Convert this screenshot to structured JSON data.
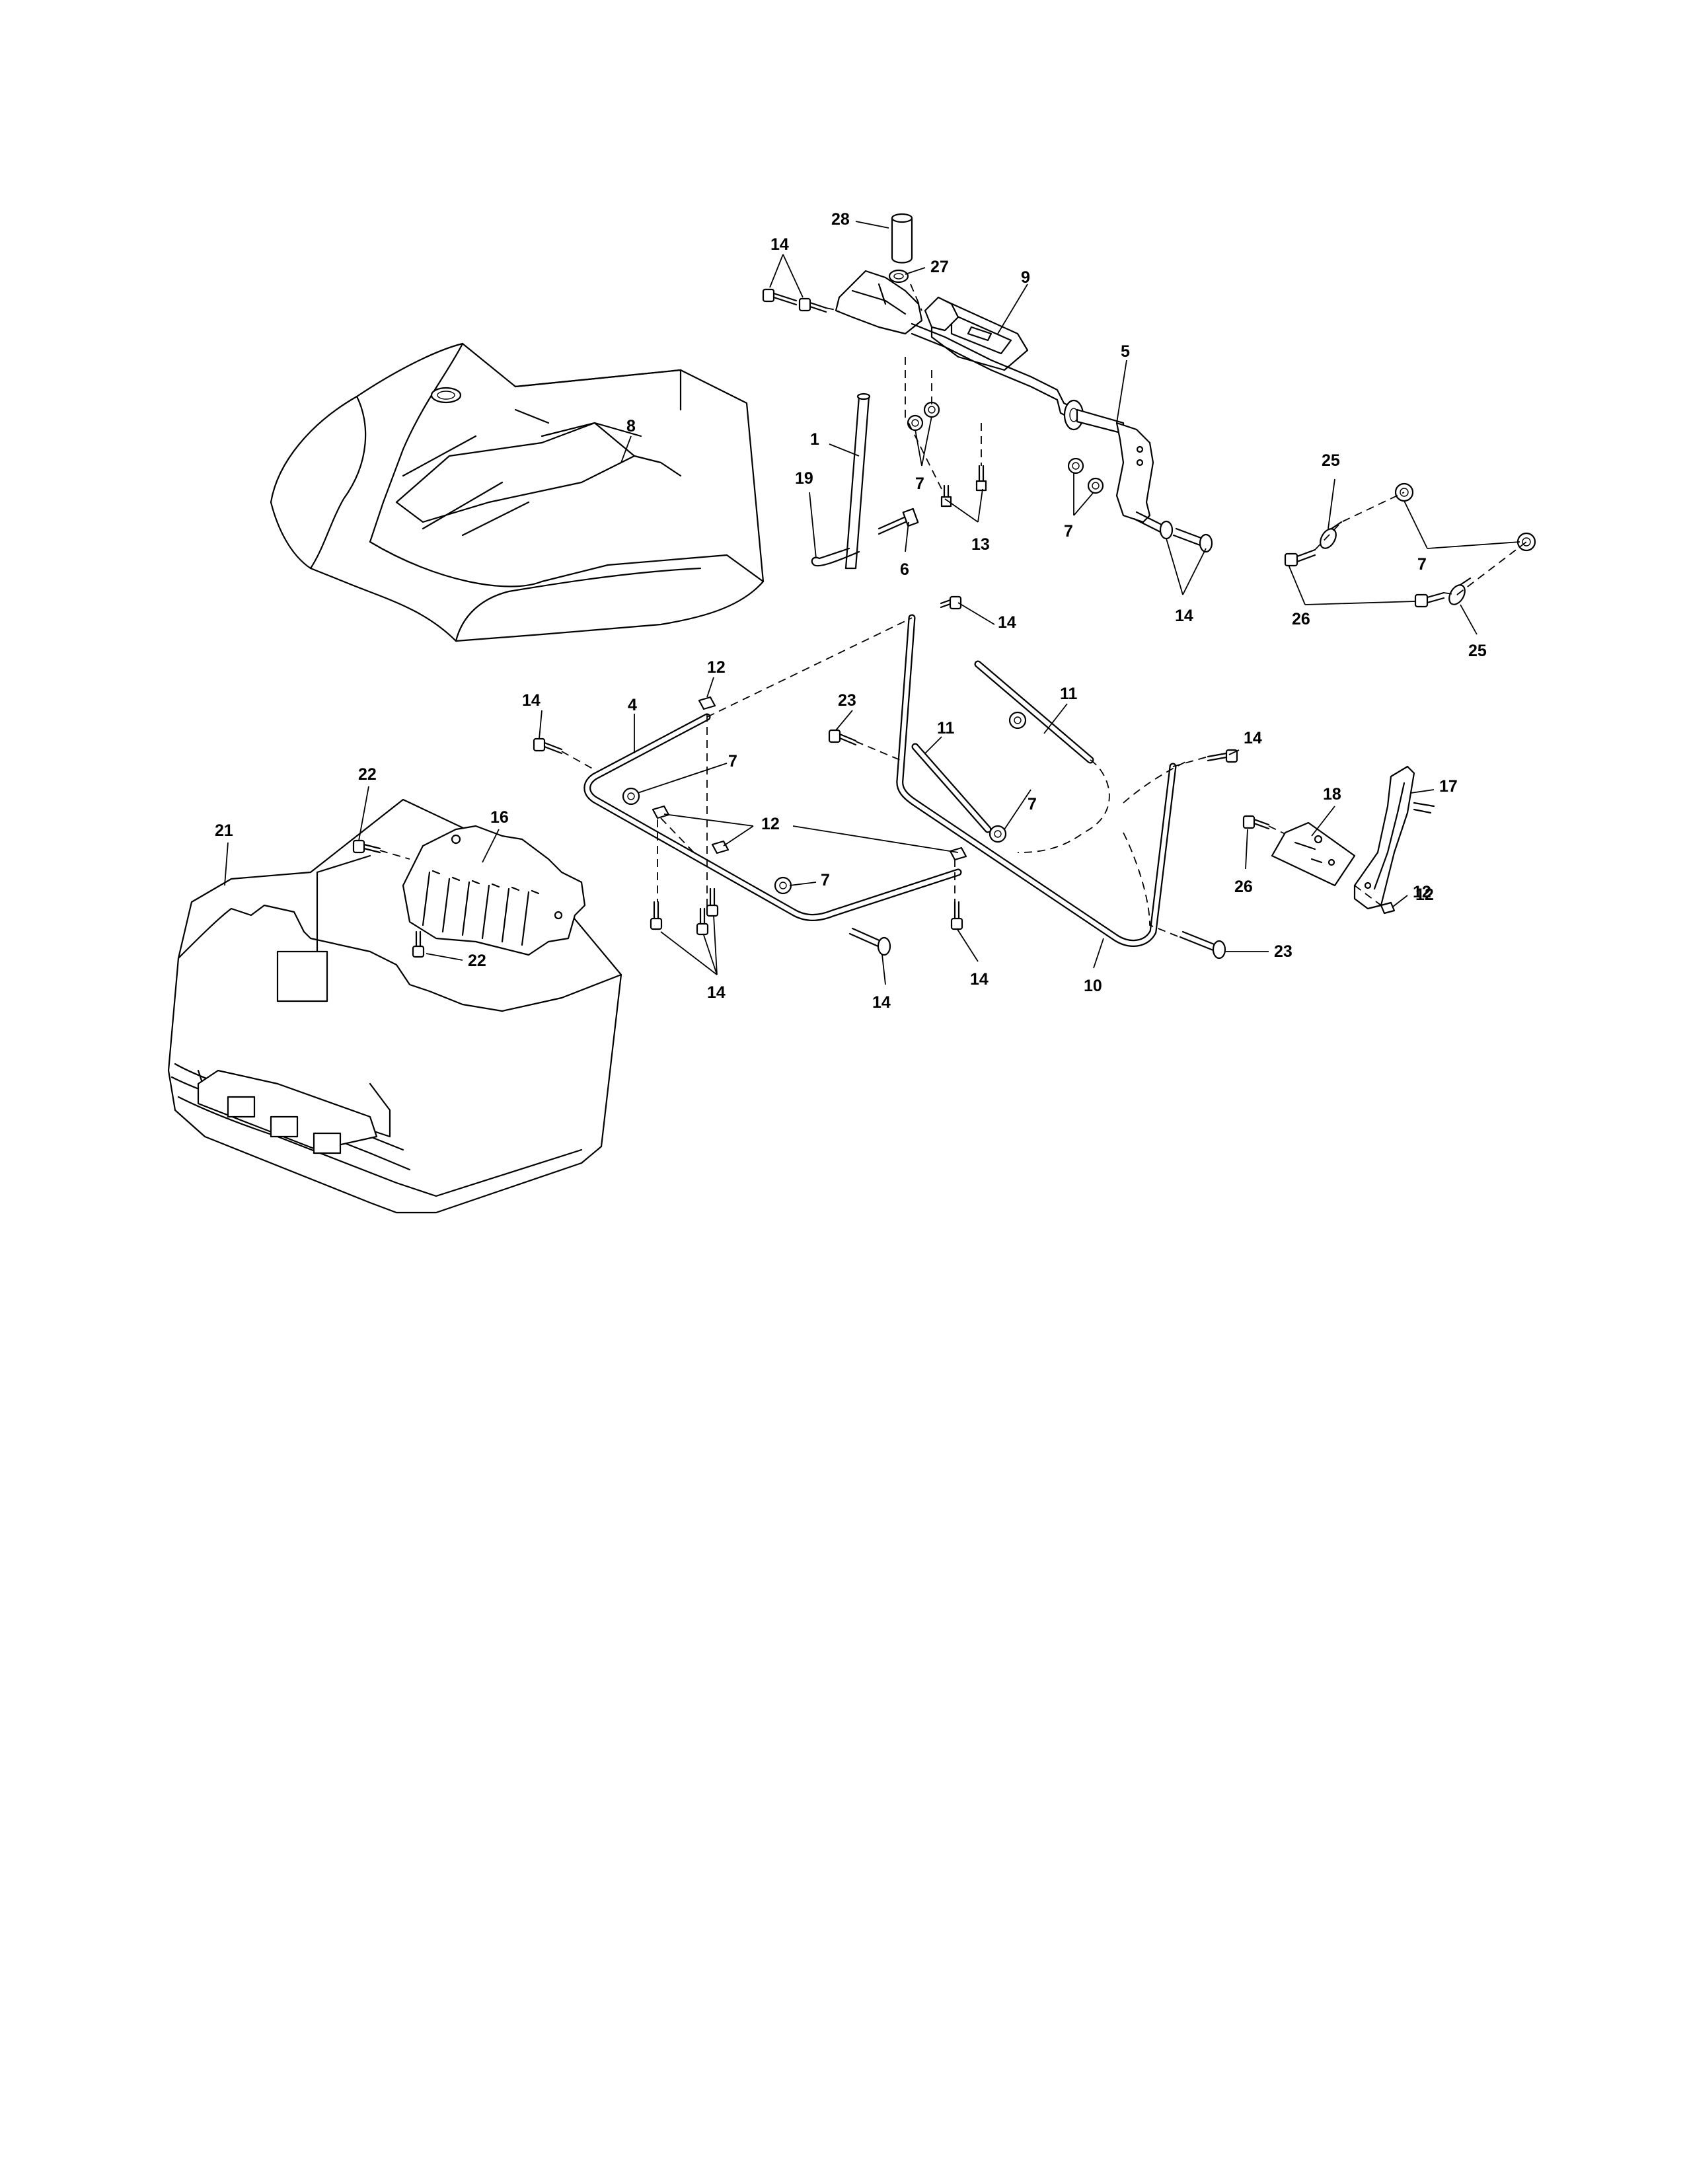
{
  "diagram": {
    "callouts": [
      "28",
      "27",
      "14",
      "9",
      "5",
      "8",
      "1",
      "19",
      "7",
      "6",
      "13",
      "7",
      "14",
      "25",
      "7",
      "26",
      "25",
      "14",
      "12",
      "23",
      "11",
      "11",
      "14",
      "4",
      "7",
      "7",
      "12",
      "7",
      "12",
      "14",
      "14",
      "14",
      "14",
      "10",
      "23",
      "21",
      "22",
      "16",
      "22",
      "18",
      "17",
      "26",
      "12"
    ]
  }
}
